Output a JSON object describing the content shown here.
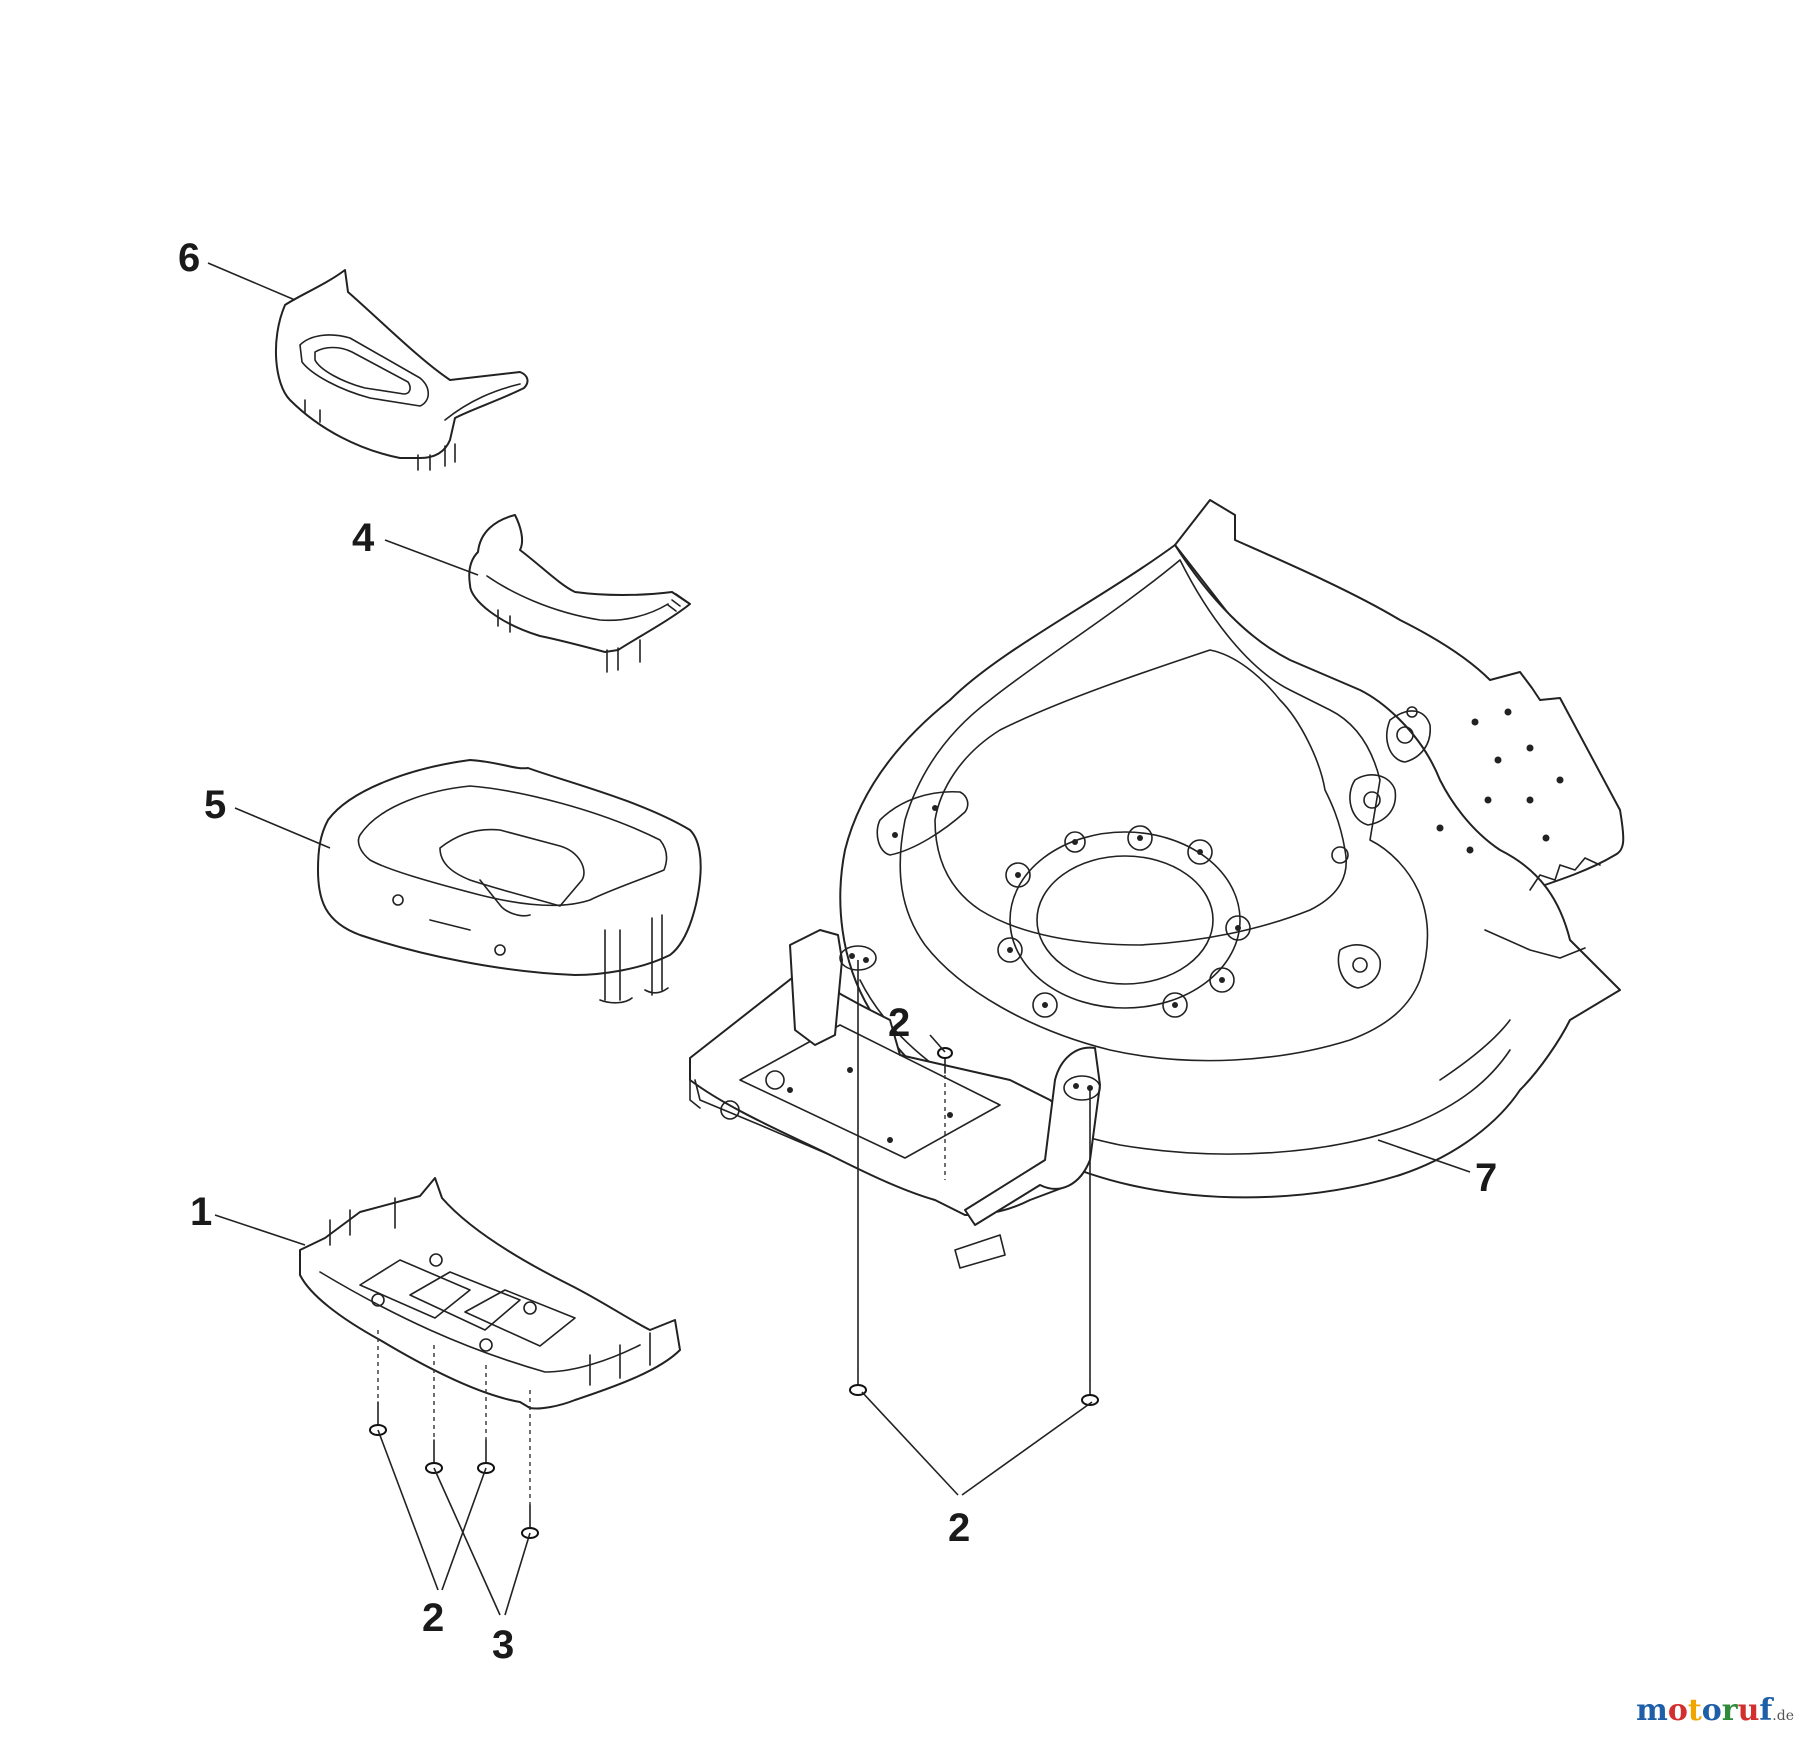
{
  "diagram": {
    "parts": [
      {
        "id": "1",
        "name": "front-skid-plate"
      },
      {
        "id": "2",
        "name": "screw"
      },
      {
        "id": "3",
        "name": "screw"
      },
      {
        "id": "4",
        "name": "handle-insert"
      },
      {
        "id": "5",
        "name": "front-cover"
      },
      {
        "id": "6",
        "name": "front-handle"
      },
      {
        "id": "7",
        "name": "mower-deck"
      }
    ],
    "callouts": {
      "c6": "6",
      "c4": "4",
      "c5": "5",
      "c1": "1",
      "c2_bottom_left": "2",
      "c3": "3",
      "c2_deck_top": "2",
      "c2_deck_bottom": "2",
      "c7": "7"
    }
  },
  "watermark": {
    "letters": [
      {
        "ch": "m",
        "color": "#1f5fa8"
      },
      {
        "ch": "o",
        "color": "#d32f2f"
      },
      {
        "ch": "t",
        "color": "#f0a500"
      },
      {
        "ch": "o",
        "color": "#1f5fa8"
      },
      {
        "ch": "r",
        "color": "#2e8b3a"
      },
      {
        "ch": "u",
        "color": "#d32f2f"
      },
      {
        "ch": "f",
        "color": "#1f5fa8"
      }
    ],
    "tld": ".de"
  }
}
